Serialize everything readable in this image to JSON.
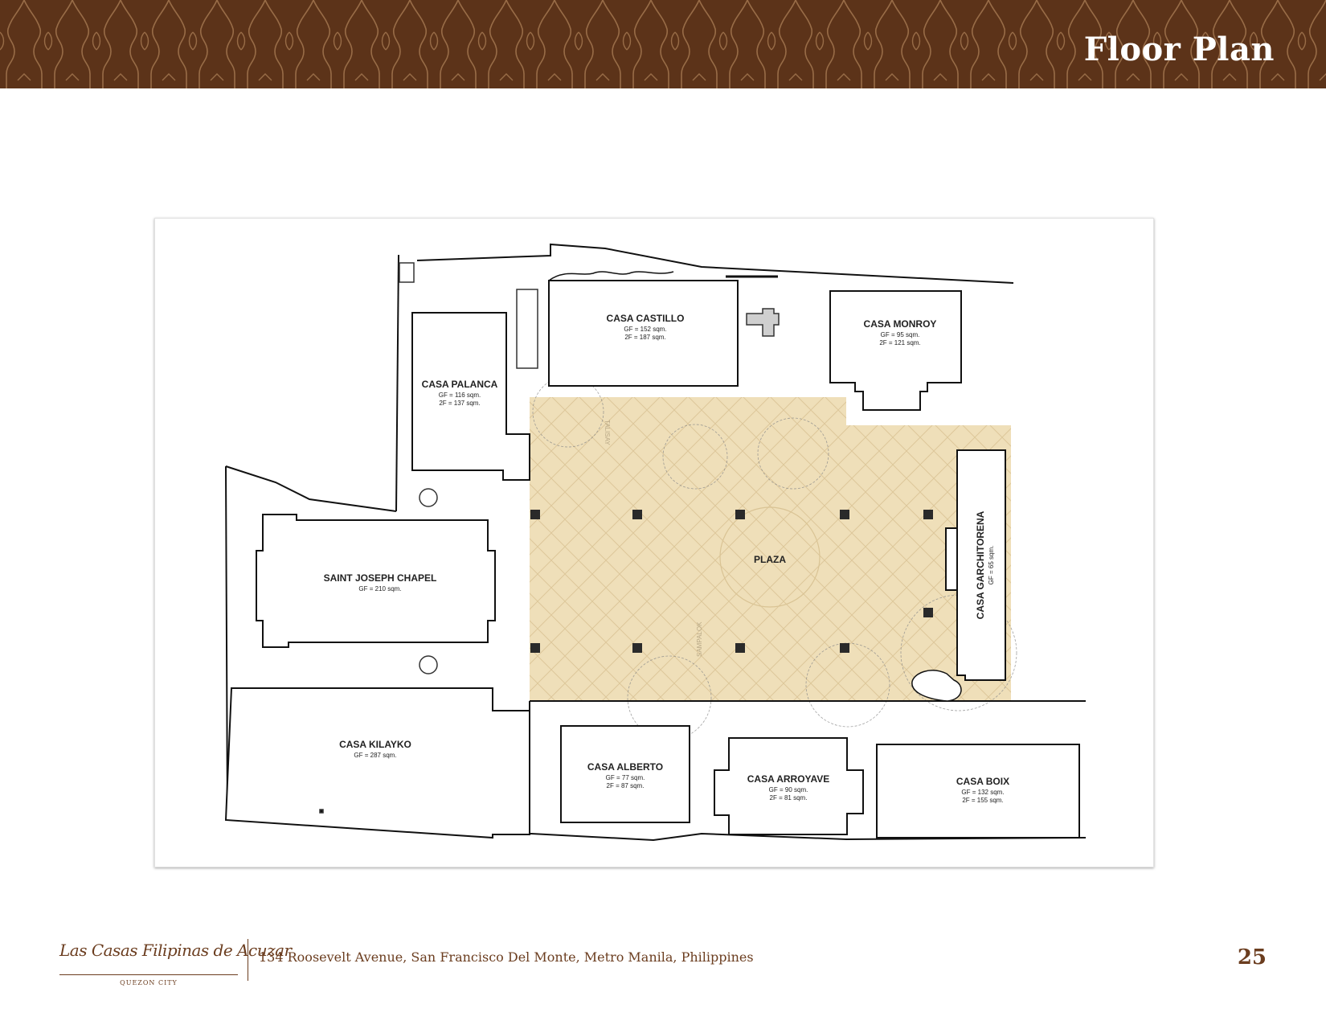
{
  "header": {
    "title": "Floor Plan"
  },
  "plan": {
    "plaza_label": "PLAZA",
    "tree_labels": [
      "TALISAY",
      "SAMPALOK"
    ],
    "buildings": [
      {
        "name": "CASA CASTILLO",
        "area_gf": "GF = 152 sqm.",
        "area_2f": "2F = 187 sqm."
      },
      {
        "name": "CASA MONROY",
        "area_gf": "GF = 95 sqm.",
        "area_2f": "2F = 121 sqm."
      },
      {
        "name": "CASA PALANCA",
        "area_gf": "GF = 116 sqm.",
        "area_2f": "2F = 137 sqm."
      },
      {
        "name": "SAINT JOSEPH CHAPEL",
        "area_gf": "GF = 210 sqm."
      },
      {
        "name": "CASA KILAYKO",
        "area_gf": "GF = 287 sqm."
      },
      {
        "name": "CASA ALBERTO",
        "area_gf": "GF = 77 sqm.",
        "area_2f": "2F = 87 sqm."
      },
      {
        "name": "CASA ARROYAVE",
        "area_gf": "GF = 90 sqm.",
        "area_2f": "2F = 81 sqm."
      },
      {
        "name": "CASA BOIX",
        "area_gf": "GF = 132 sqm.",
        "area_2f": "2F = 155 sqm."
      },
      {
        "name": "CASA GARCHITORENA",
        "area_gf": "GF = 65 sqm."
      }
    ],
    "colors": {
      "plaza": "#efdfb9",
      "outline": "#111111"
    }
  },
  "footer": {
    "logo_text": "Las Casas Filipinas de Acuzar",
    "logo_sub": "QUEZON CITY",
    "address": "134 Roosevelt Avenue, San Francisco Del Monte, Metro Manila, Philippines",
    "page_number": "25"
  },
  "colors": {
    "header_bg": "#5c3319",
    "footer_text": "#6b3d1f"
  }
}
